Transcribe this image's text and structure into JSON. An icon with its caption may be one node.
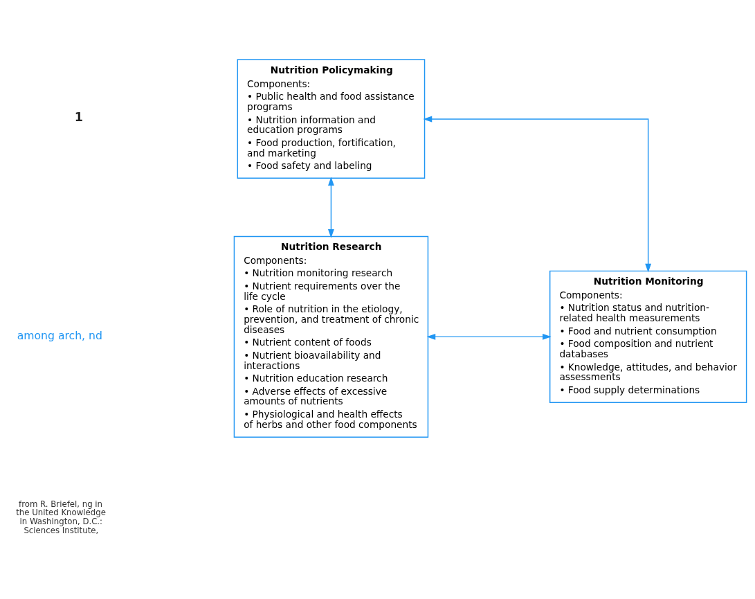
{
  "diagram": {
    "nodes": [
      {
        "text": [
          "Nutrition Policymaking",
          "Components:",
          "• Public health and food assistance programs",
          "• Nutrition information and education programs",
          "• Food production, fortification, and marketing",
          "• Food safety and labeling"
        ]
      },
      {
        "text": [
          "Nutrition Research",
          "Components:",
          "• Nutrition monitoring research",
          "• Nutrient requirements over the life cycle",
          "• Role of nutrition in the etiology, prevention, and treatment of chronic diseases",
          "• Nutrient content of foods",
          "• Nutrient bioavailability and interactions",
          "• Nutrition education research",
          "• Adverse effects of excessive amounts of nutrients",
          "• Physiological and health effects of herbs and other food components"
        ]
      },
      {
        "text": [
          "Nutrition Monitoring",
          "Components:",
          "• Nutrition status and nutrition-related health measurements",
          "• Food and nutrient consumption",
          "• Food composition and nutrient databases",
          "• Knowledge, attitudes, and behavior assessments",
          "• Food supply determinations"
        ]
      }
    ],
    "edges": [
      {
        "from": 0,
        "to": 1,
        "arrow": "both"
      },
      {
        "from": 0,
        "to": 2,
        "arrow": "both"
      },
      {
        "from": 1,
        "to": 2,
        "arrow": "both"
      }
    ],
    "labels": [
      "1",
      "among arch, nd",
      "from R. Briefel, ng in the United Knowledge in Washington, D.C.: Sciences Institute,"
    ]
  }
}
